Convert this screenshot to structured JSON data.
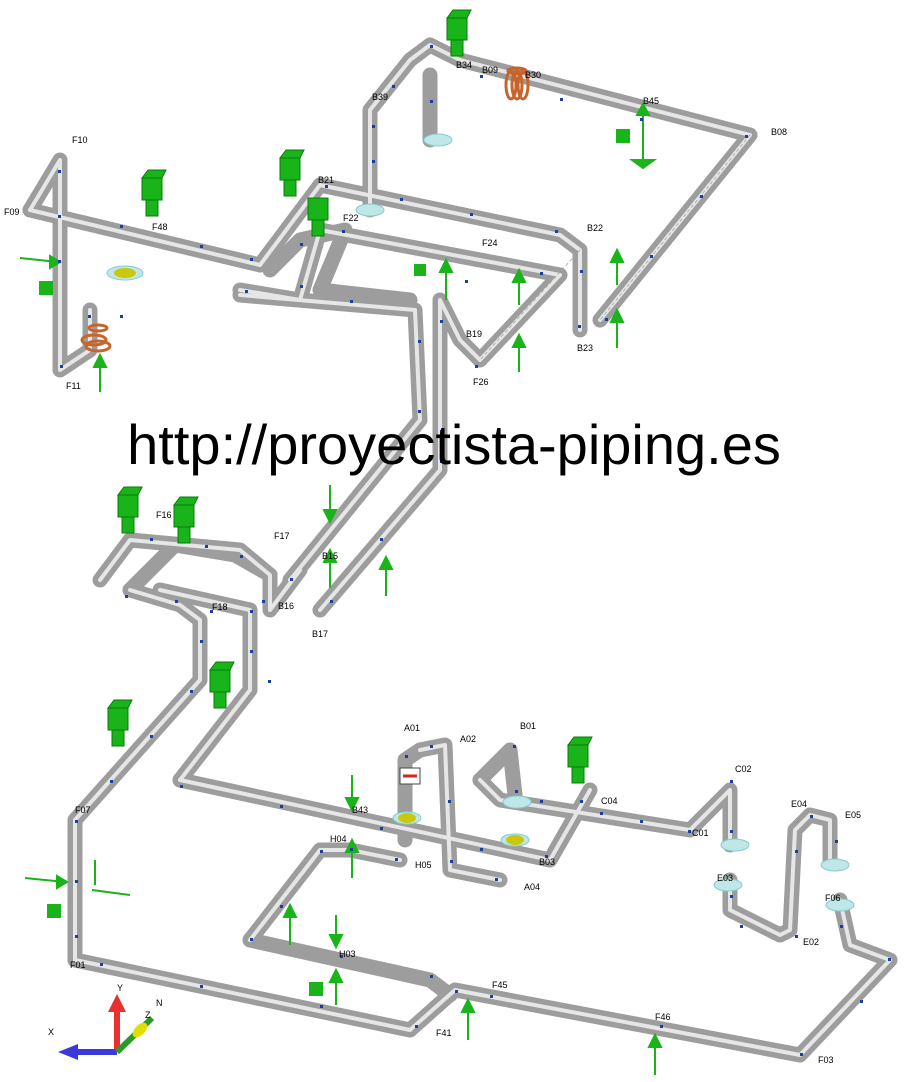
{
  "watermark": "http://proyectista-piping.es",
  "axes": {
    "x": "X",
    "y": "Y",
    "z": "Z",
    "n": "N"
  },
  "node_labels": [
    "F10",
    "F09",
    "F48",
    "F11",
    "B21",
    "F22",
    "F24",
    "B22",
    "B23",
    "F26",
    "B19",
    "B34",
    "B09",
    "B30",
    "B08",
    "B45",
    "B39",
    "B16",
    "B17",
    "B15",
    "F16",
    "F17",
    "F18",
    "F07",
    "B43",
    "H04",
    "H05",
    "H03",
    "A01",
    "A02",
    "B01",
    "A04",
    "B03",
    "C02",
    "C04",
    "C01",
    "E04",
    "E05",
    "E03",
    "E02",
    "F06",
    "F03",
    "F46",
    "F41",
    "F45",
    "F01"
  ],
  "colors": {
    "pipe": "#b5b5b5",
    "pipe_highlight": "#ffffff",
    "support": "#18b418",
    "node": "#1c3f9c",
    "valve": "#c8642a"
  }
}
